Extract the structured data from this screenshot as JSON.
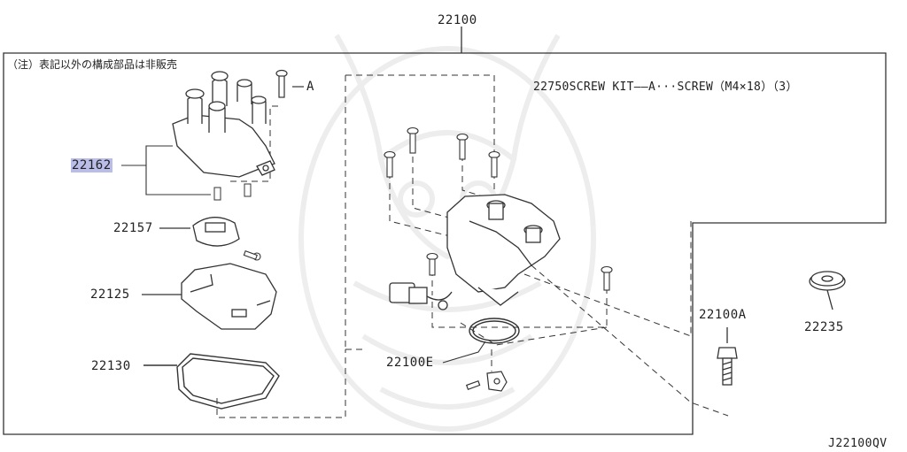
{
  "diagram": {
    "note": "（注）表記以外の構成部品は非販売",
    "assembly_part": "22100",
    "screw_kit": "22750SCREW KIT——A···SCREW（M4×18）（3）",
    "callout_a": "A",
    "highlighted_part": "22162",
    "parts": {
      "rotor": "22157",
      "cover": "22125",
      "gasket": "22130",
      "o_ring": "22100E",
      "bolt": "22100A",
      "washer": "22235"
    },
    "figure_code": "J22100QV",
    "highlight_color": "#b9bde8",
    "line_color": "#333333",
    "watermark_color": "#e9e9e9"
  }
}
